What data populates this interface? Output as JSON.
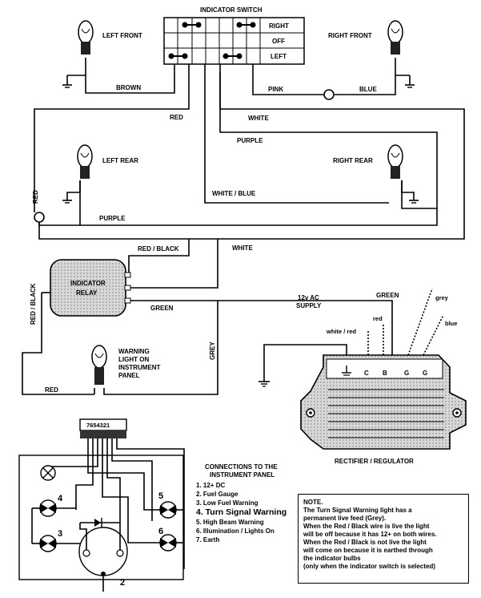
{
  "switch": {
    "title": "INDICATOR SWITCH",
    "positions": [
      "RIGHT",
      "OFF",
      "LEFT"
    ]
  },
  "bulbs": {
    "left_front": "LEFT FRONT",
    "right_front": "RIGHT FRONT",
    "left_rear": "LEFT REAR",
    "right_rear": "RIGHT REAR"
  },
  "wires": {
    "brown": "BROWN",
    "pink": "PINK",
    "blue": "BLUE",
    "red_top": "RED",
    "white_top": "WHITE",
    "purple_top": "PURPLE",
    "white_blue": "WHITE / BLUE",
    "red_vertical": "RED",
    "purple_bottom": "PURPLE",
    "red_black": "RED / BLACK",
    "white_mid": "WHITE",
    "red_black_vertical": "RED / BLACK",
    "green_relay": "GREEN",
    "grey_vertical": "GREY",
    "red_bottom": "RED"
  },
  "relay": {
    "line1": "INDICATOR",
    "line2": "RELAY"
  },
  "warning_light": {
    "line1": "WARNING",
    "line2": "LIGHT ON",
    "line3": "INSTRUMENT",
    "line4": "PANEL"
  },
  "supply": {
    "line1": "12v AC",
    "line2": "SUPPLY"
  },
  "regulator": {
    "title": "RECTIFIER / REGULATOR",
    "wire_green": "GREEN",
    "wire_grey": "grey",
    "wire_red": "red",
    "wire_white_red": "white / red",
    "wire_blue": "blue",
    "terminals": [
      "C",
      "B",
      "G",
      "G"
    ]
  },
  "panel": {
    "connector_pins": "7654321",
    "lamp_numbers": [
      "4",
      "3",
      "5",
      "6",
      "2"
    ],
    "connections_title_1": "CONNECTIONS TO THE",
    "connections_title_2": "INSTRUMENT PANEL",
    "connections": [
      "1. 12+ DC",
      "2. Fuel Gauge",
      "3. Low Fuel Warning",
      "4. Turn Signal Warning",
      "5. High Beam Warning",
      "6. Illumination / Lights On",
      "7. Earth"
    ]
  },
  "note": {
    "title": "NOTE.",
    "text": "The Turn Signal Warning light has a\npermanent live feed (Grey).\nWhen the Red / Black wire is live the light\nwill be off because it has 12+ on both wires.\nWhen the Red / Black is not live the light\nwill come on because it is earthed through\nthe indicator bulbs\n(only when the indicator switch is selected)"
  }
}
